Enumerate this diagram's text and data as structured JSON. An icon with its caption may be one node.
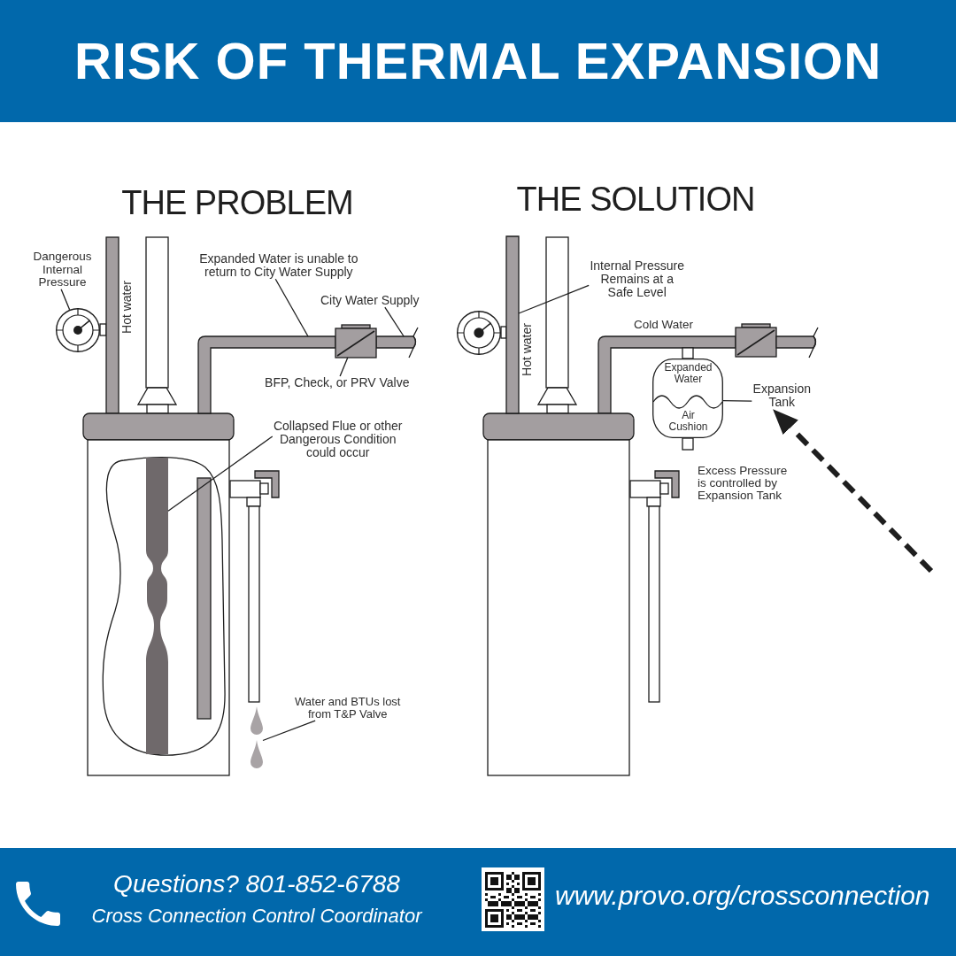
{
  "diagram": {
    "title": "RISK OF THERMAL EXPANSION",
    "nodes": [
      {
        "text": [
          "Dangerous Internal Pressure"
        ]
      },
      {
        "text": [],
        "shape": "circle"
      },
      {
        "text": [
          "Expanded Water is unable to return to City Water Supply"
        ]
      },
      {
        "text": [],
        "shape": "bar"
      },
      {
        "text": [
          "City Water Supply"
        ]
      },
      {
        "text": [],
        "shape": "bar"
      },
      {
        "text": [
          "BFP, Check, or PRV Valve"
        ]
      },
      {
        "text": [],
        "shape": "box"
      },
      {
        "text": [
          "Collapsed Flue or other Dangerous Condition could occur"
        ]
      },
      {
        "text": [],
        "shape": "bar"
      },
      {
        "text": [
          "Water and BTUs lost from T&P Valve"
        ]
      },
      {
        "text": [],
        "shape": "picture"
      },
      {
        "text": [
          "Internal Pressure Remains at a Safe Level"
        ]
      },
      {
        "text": [],
        "shape": "bar"
      },
      {
        "text": [
          "Expanded Water",
          "Air Cushion"
        ]
      },
      {
        "text": [
          "Expansion Tank"
        ]
      }
    ],
    "edges": [
      {
        "from": 0,
        "to": 1,
        "arrow": "none"
      },
      {
        "from": 2,
        "to": 3,
        "arrow": "none"
      },
      {
        "from": 4,
        "to": 5,
        "arrow": "none"
      },
      {
        "from": 6,
        "to": 7,
        "arrow": "none"
      },
      {
        "from": 8,
        "to": 9,
        "arrow": "none"
      },
      {
        "from": 10,
        "to": 11,
        "arrow": "none"
      },
      {
        "from": 12,
        "to": 13,
        "arrow": "none"
      },
      {
        "from": 15,
        "to": 14,
        "arrow": "none"
      },
      {
        "from": null,
        "to": 15,
        "arrow": "to",
        "style": "dashed"
      }
    ],
    "labels": [
      "THE PROBLEM",
      "THE SOLUTION",
      "Hot water",
      "Hot water",
      "Cold Water",
      "Excess Pressure is controlled by Expansion Tank",
      "Questions? 801-852-6788",
      "Cross Connection Control Coordinator",
      "www.provo.org/crossconnection"
    ]
  }
}
